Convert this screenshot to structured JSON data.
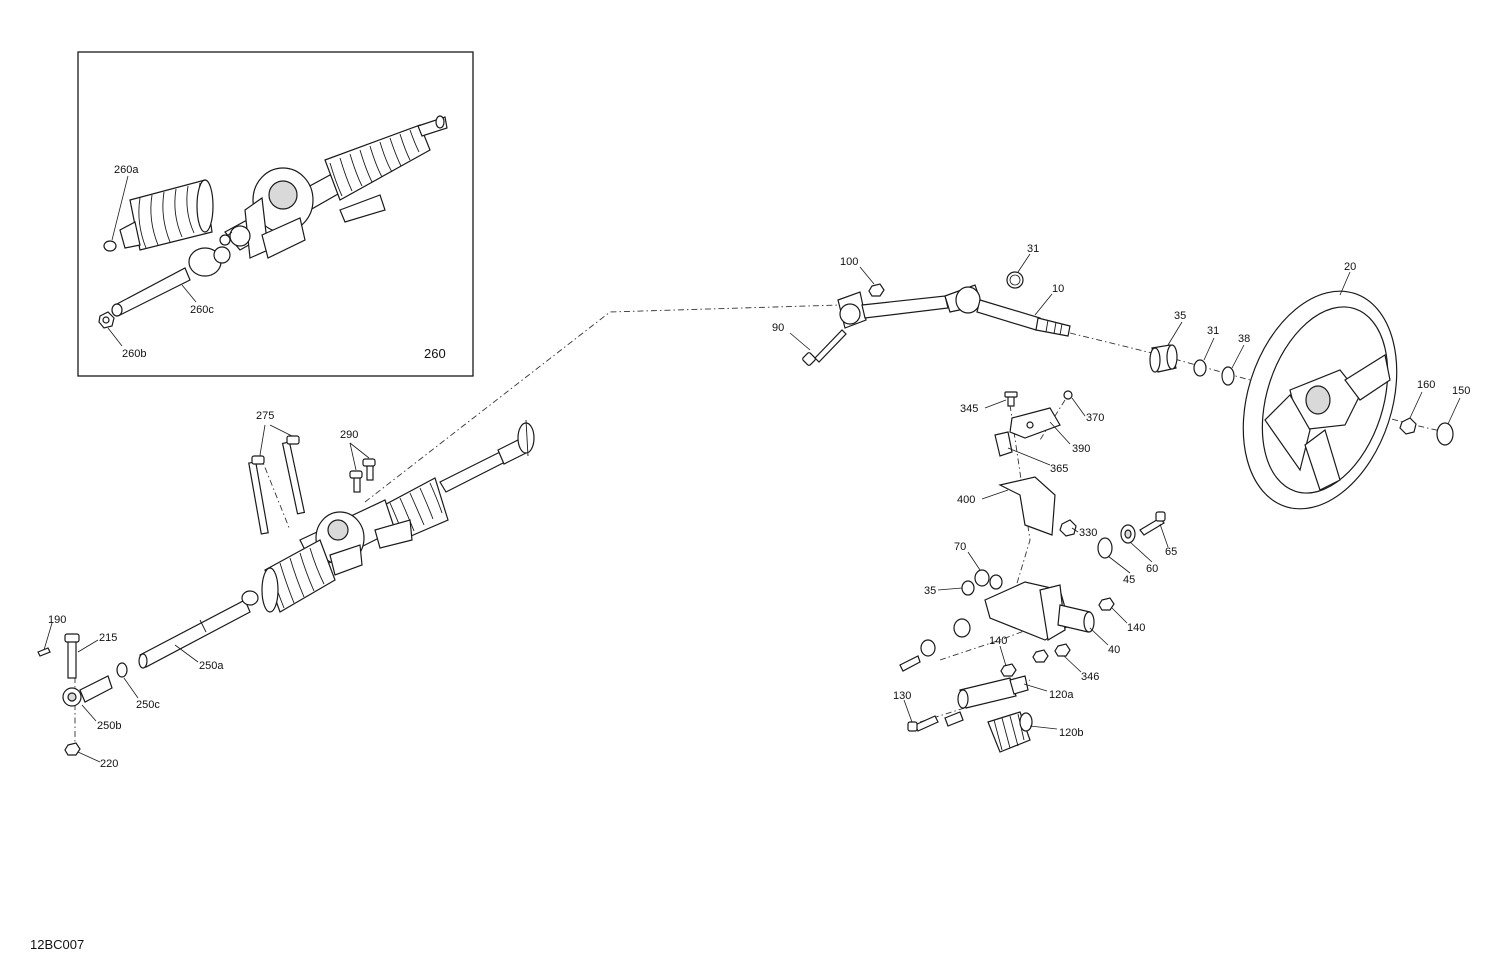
{
  "drawing_code": "12BC007",
  "inset": {
    "title": "260",
    "labels": {
      "boot": "260a",
      "nut": "260b",
      "rod": "260c"
    }
  },
  "labels": {
    "l10": "10",
    "l20": "20",
    "l31a": "31",
    "l31b": "31",
    "l35a": "35",
    "l35b": "35",
    "l38": "38",
    "l40": "40",
    "l45": "45",
    "l60": "60",
    "l65": "65",
    "l70": "70",
    "l90": "90",
    "l100": "100",
    "l120a": "120a",
    "l120b": "120b",
    "l130": "130",
    "l140a": "140",
    "l140b": "140",
    "l150": "150",
    "l160": "160",
    "l190": "190",
    "l215": "215",
    "l220": "220",
    "l250a": "250a",
    "l250b": "250b",
    "l250c": "250c",
    "l275": "275",
    "l290": "290",
    "l330": "330",
    "l345": "345",
    "l346": "346",
    "l365": "365",
    "l370": "370",
    "l390": "390",
    "l400": "400"
  }
}
